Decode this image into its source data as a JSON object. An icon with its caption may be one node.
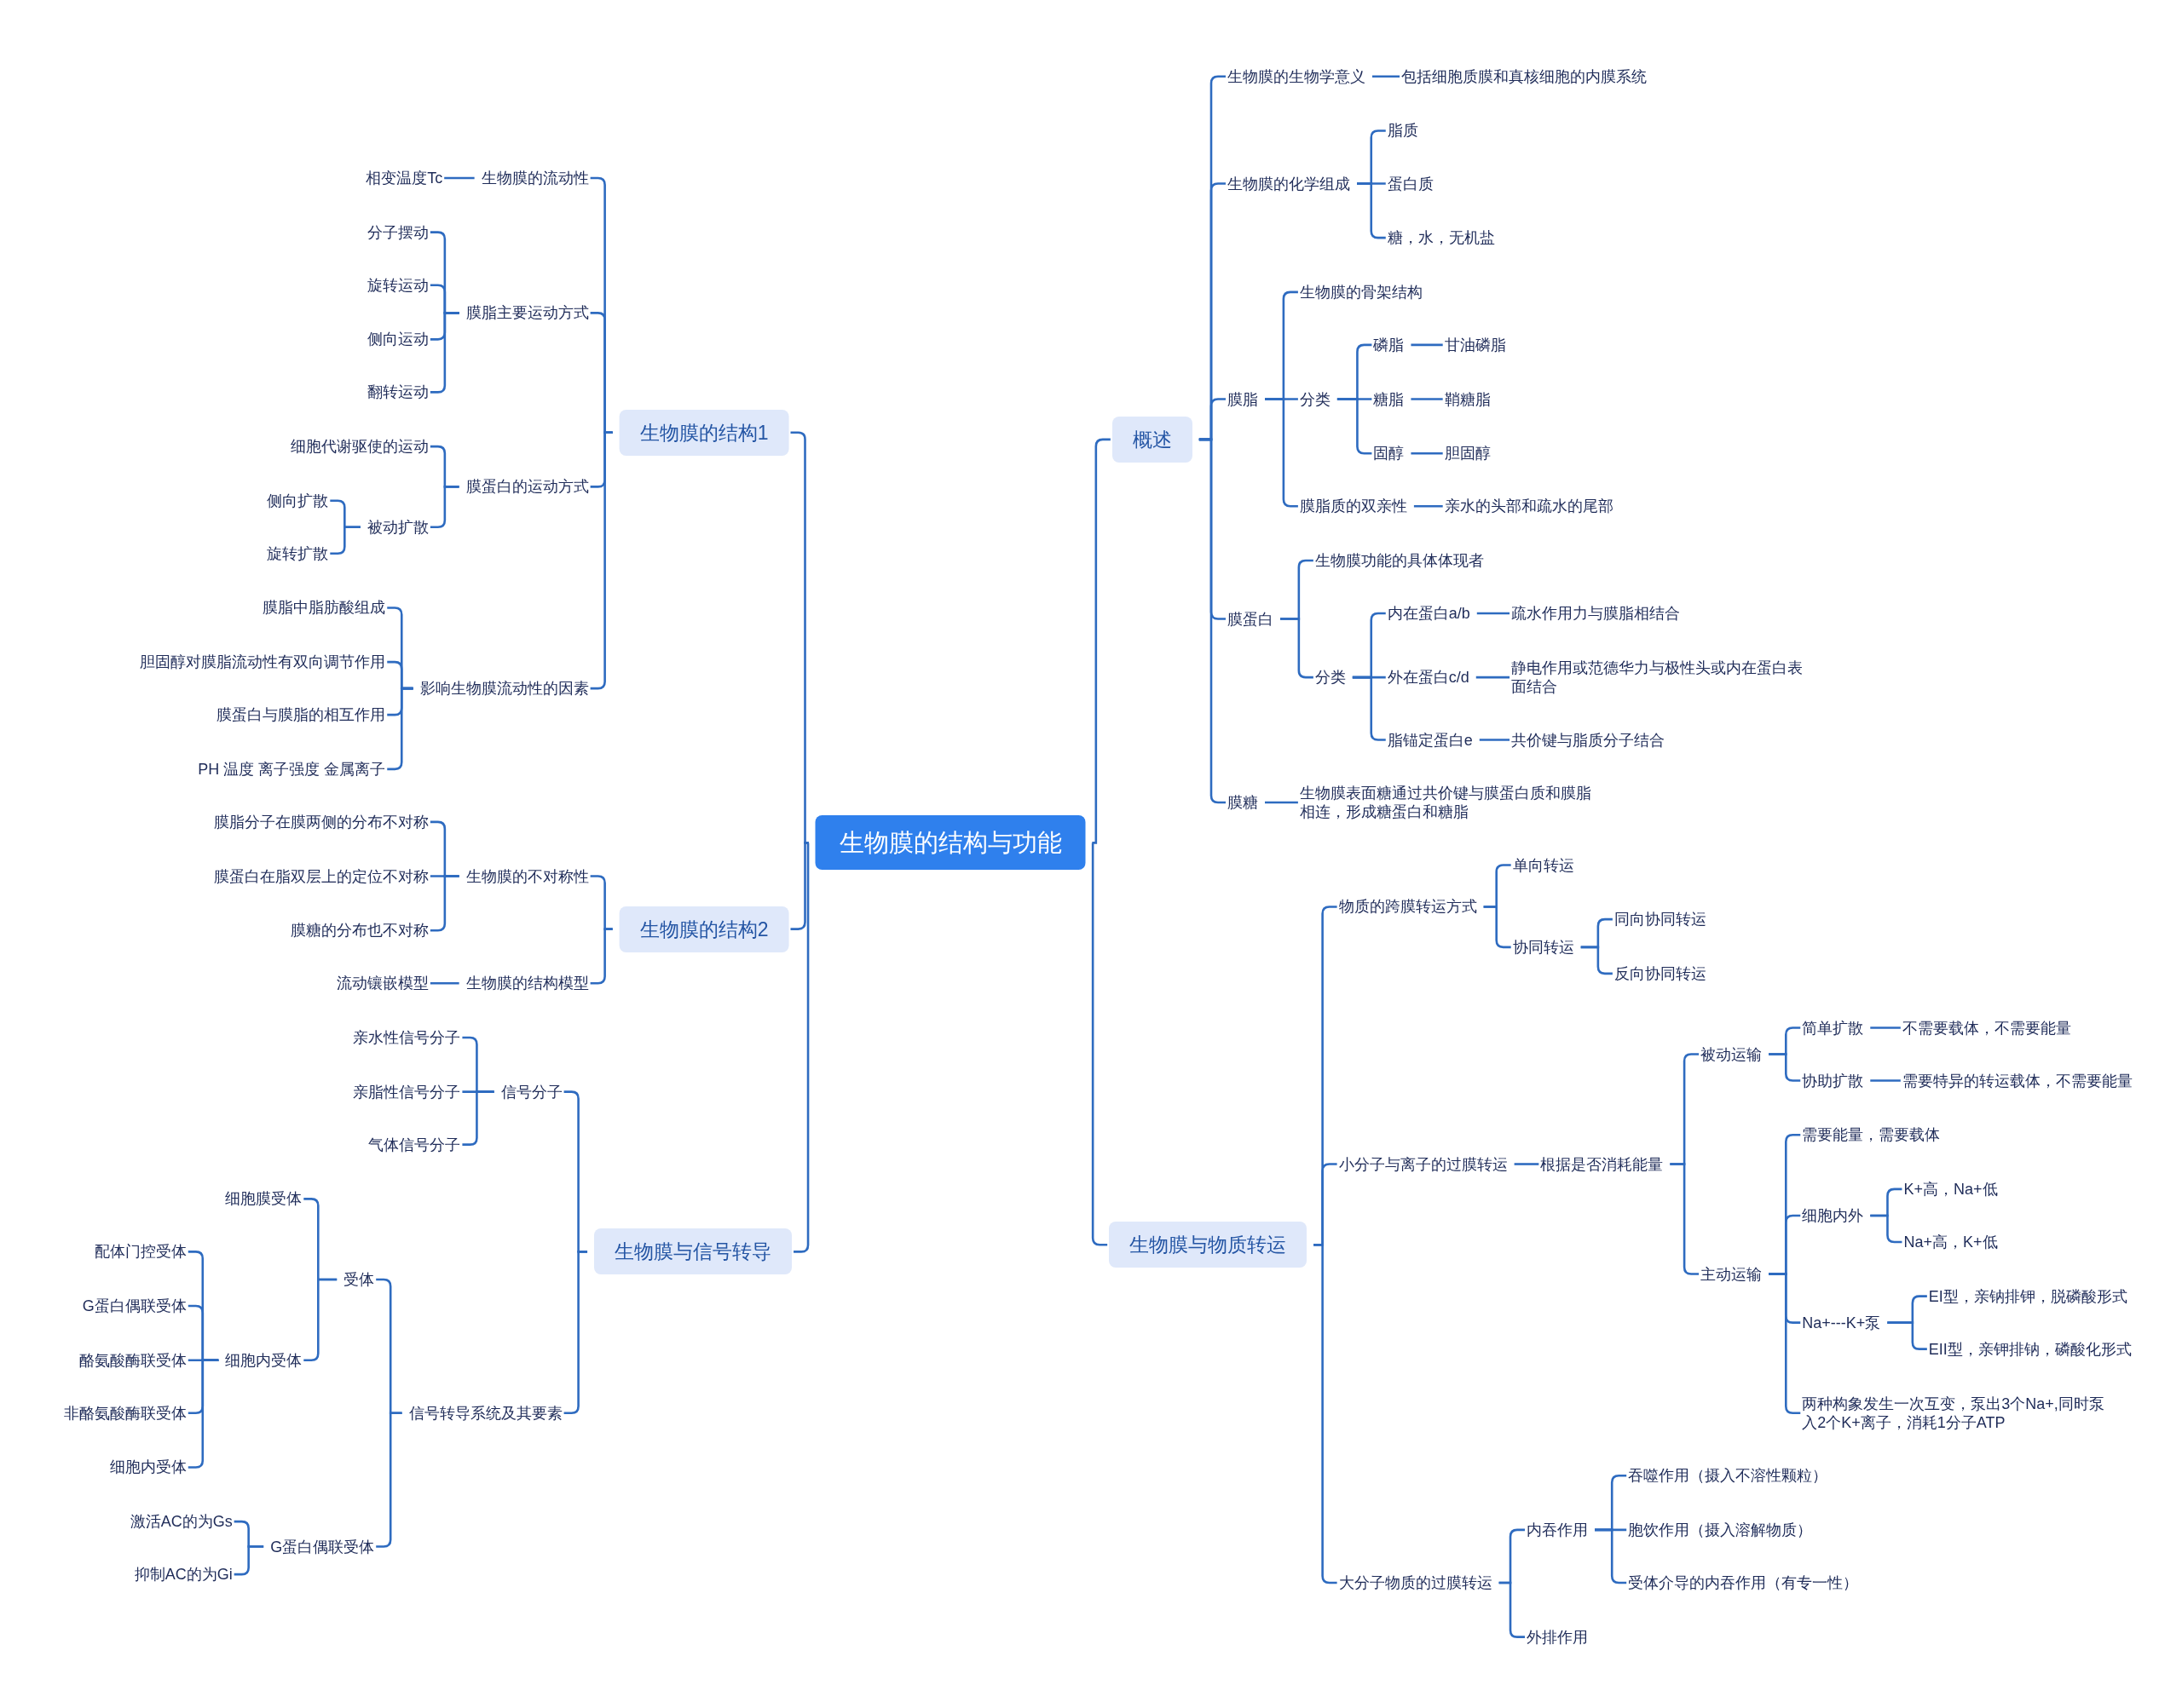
{
  "diagram": {
    "nodes": [
      {
        "text": [
          "生物膜的结构与功能"
        ]
      },
      {
        "text": [
          "概述"
        ]
      },
      {
        "text": [
          "生物膜的生物学意义"
        ]
      },
      {
        "text": [
          "包括细胞质膜和真核细胞的内膜系统"
        ]
      },
      {
        "text": [
          "生物膜的化学组成"
        ]
      },
      {
        "text": [
          "脂质"
        ]
      },
      {
        "text": [
          "蛋白质"
        ]
      },
      {
        "text": [
          "糖，水，无机盐"
        ]
      },
      {
        "text": [
          "膜脂"
        ]
      },
      {
        "text": [
          "生物膜的骨架结构"
        ]
      },
      {
        "text": [
          "分类"
        ]
      },
      {
        "text": [
          "磷脂"
        ]
      },
      {
        "text": [
          "甘油磷脂"
        ]
      },
      {
        "text": [
          "糖脂"
        ]
      },
      {
        "text": [
          "鞘糖脂"
        ]
      },
      {
        "text": [
          "固醇"
        ]
      },
      {
        "text": [
          "胆固醇"
        ]
      },
      {
        "text": [
          "膜脂质的双亲性"
        ]
      },
      {
        "text": [
          "亲水的头部和疏水的尾部"
        ]
      },
      {
        "text": [
          "膜蛋白"
        ]
      },
      {
        "text": [
          "生物膜功能的具体体现者"
        ]
      },
      {
        "text": [
          "分类"
        ]
      },
      {
        "text": [
          "内在蛋白a/b"
        ]
      },
      {
        "text": [
          "疏水作用力与膜脂相结合"
        ]
      },
      {
        "text": [
          "外在蛋白c/d"
        ]
      },
      {
        "text": [
          "静电作用或范德华力与极性头或内在蛋白表面结合"
        ]
      },
      {
        "text": [
          "脂锚定蛋白e"
        ]
      },
      {
        "text": [
          "共价键与脂质分子结合"
        ]
      },
      {
        "text": [
          "膜糖"
        ]
      },
      {
        "text": [
          "生物膜表面糖通过共价键与膜蛋白质和膜脂相连，形成糖蛋白和糖脂"
        ]
      },
      {
        "text": [
          "生物膜与物质转运"
        ]
      },
      {
        "text": [
          "物质的跨膜转运方式"
        ]
      },
      {
        "text": [
          "单向转运"
        ]
      },
      {
        "text": [
          "协同转运"
        ]
      },
      {
        "text": [
          "同向协同转运"
        ]
      },
      {
        "text": [
          "反向协同转运"
        ]
      },
      {
        "text": [
          "小分子与离子的过膜转运"
        ]
      },
      {
        "text": [
          "根据是否消耗能量"
        ]
      },
      {
        "text": [
          "被动运输"
        ]
      },
      {
        "text": [
          "简单扩散"
        ]
      },
      {
        "text": [
          "不需要载体，不需要能量"
        ]
      },
      {
        "text": [
          "协助扩散"
        ]
      },
      {
        "text": [
          "需要特异的转运载体，不需要能量"
        ]
      },
      {
        "text": [
          "主动运输"
        ]
      },
      {
        "text": [
          "需要能量，需要载体"
        ]
      },
      {
        "text": [
          "细胞内外"
        ]
      },
      {
        "text": [
          "K+高，Na+低"
        ]
      },
      {
        "text": [
          "Na+高，K+低"
        ]
      },
      {
        "text": [
          "Na+---K+泵"
        ]
      },
      {
        "text": [
          "EI型，亲钠排钾，脱磷酸形式"
        ]
      },
      {
        "text": [
          "EII型，亲钾排钠，磷酸化形式"
        ]
      },
      {
        "text": [
          "两种构象发生一次互变，泵出3个Na+,同时泵入2个K+离子，消耗1分子ATP"
        ]
      },
      {
        "text": [
          "大分子物质的过膜转运"
        ]
      },
      {
        "text": [
          "内吞作用"
        ]
      },
      {
        "text": [
          "吞噬作用（摄入不溶性颗粒）"
        ]
      },
      {
        "text": [
          "胞饮作用（摄入溶解物质）"
        ]
      },
      {
        "text": [
          "受体介导的内吞作用（有专一性）"
        ]
      },
      {
        "text": [
          "外排作用"
        ]
      },
      {
        "text": [
          "生物膜的结构1"
        ]
      },
      {
        "text": [
          "生物膜的流动性"
        ]
      },
      {
        "text": [
          "相变温度Tc"
        ]
      },
      {
        "text": [
          "膜脂主要运动方式"
        ]
      },
      {
        "text": [
          "分子摆动"
        ]
      },
      {
        "text": [
          "旋转运动"
        ]
      },
      {
        "text": [
          "侧向运动"
        ]
      },
      {
        "text": [
          "翻转运动"
        ]
      },
      {
        "text": [
          "膜蛋白的运动方式"
        ]
      },
      {
        "text": [
          "细胞代谢驱使的运动"
        ]
      },
      {
        "text": [
          "被动扩散"
        ]
      },
      {
        "text": [
          "侧向扩散"
        ]
      },
      {
        "text": [
          "旋转扩散"
        ]
      },
      {
        "text": [
          "影响生物膜流动性的因素"
        ]
      },
      {
        "text": [
          "膜脂中脂肪酸组成"
        ]
      },
      {
        "text": [
          "胆固醇对膜脂流动性有双向调节作用"
        ]
      },
      {
        "text": [
          "膜蛋白与膜脂的相互作用"
        ]
      },
      {
        "text": [
          "PH 温度 离子强度 金属离子"
        ]
      },
      {
        "text": [
          "生物膜的结构2"
        ]
      },
      {
        "text": [
          "生物膜的不对称性"
        ]
      },
      {
        "text": [
          "膜脂分子在膜两侧的分布不对称"
        ]
      },
      {
        "text": [
          "膜蛋白在脂双层上的定位不对称"
        ]
      },
      {
        "text": [
          "膜糖的分布也不对称"
        ]
      },
      {
        "text": [
          "生物膜的结构模型"
        ]
      },
      {
        "text": [
          "流动镶嵌模型"
        ]
      },
      {
        "text": [
          "生物膜与信号转导"
        ]
      },
      {
        "text": [
          "信号分子"
        ]
      },
      {
        "text": [
          "亲水性信号分子"
        ]
      },
      {
        "text": [
          "亲脂性信号分子"
        ]
      },
      {
        "text": [
          "气体信号分子"
        ]
      },
      {
        "text": [
          "信号转导系统及其要素"
        ]
      },
      {
        "text": [
          "受体"
        ]
      },
      {
        "text": [
          "细胞膜受体"
        ]
      },
      {
        "text": [
          "细胞内受体"
        ]
      },
      {
        "text": [
          "配体门控受体"
        ]
      },
      {
        "text": [
          "G蛋白偶联受体"
        ]
      },
      {
        "text": [
          "酪氨酸酶联受体"
        ]
      },
      {
        "text": [
          "非酪氨酸酶联受体"
        ]
      },
      {
        "text": [
          "细胞内受体"
        ]
      },
      {
        "text": [
          "G蛋白偶联受体"
        ]
      },
      {
        "text": [
          "激活AC的为Gs"
        ]
      },
      {
        "text": [
          "抑制AC的为Gi"
        ]
      }
    ],
    "edges": [
      {
        "from": 0,
        "to": 1,
        "arrow": "none"
      },
      {
        "from": 0,
        "to": 30,
        "arrow": "none"
      },
      {
        "from": 0,
        "to": 58,
        "arrow": "none"
      },
      {
        "from": 0,
        "to": 76,
        "arrow": "none"
      },
      {
        "from": 0,
        "to": 83,
        "arrow": "none"
      },
      {
        "from": 1,
        "to": 2,
        "arrow": "none"
      },
      {
        "from": 1,
        "to": 4,
        "arrow": "none"
      },
      {
        "from": 1,
        "to": 8,
        "arrow": "none"
      },
      {
        "from": 1,
        "to": 19,
        "arrow": "none"
      },
      {
        "from": 1,
        "to": 28,
        "arrow": "none"
      },
      {
        "from": 2,
        "to": 3,
        "arrow": "none"
      },
      {
        "from": 4,
        "to": 5,
        "arrow": "none"
      },
      {
        "from": 4,
        "to": 6,
        "arrow": "none"
      },
      {
        "from": 4,
        "to": 7,
        "arrow": "none"
      },
      {
        "from": 8,
        "to": 9,
        "arrow": "none"
      },
      {
        "from": 8,
        "to": 10,
        "arrow": "none"
      },
      {
        "from": 8,
        "to": 17,
        "arrow": "none"
      },
      {
        "from": 10,
        "to": 11,
        "arrow": "none"
      },
      {
        "from": 10,
        "to": 13,
        "arrow": "none"
      },
      {
        "from": 10,
        "to": 15,
        "arrow": "none"
      },
      {
        "from": 11,
        "to": 12,
        "arrow": "none"
      },
      {
        "from": 13,
        "to": 14,
        "arrow": "none"
      },
      {
        "from": 15,
        "to": 16,
        "arrow": "none"
      },
      {
        "from": 17,
        "to": 18,
        "arrow": "none"
      },
      {
        "from": 19,
        "to": 20,
        "arrow": "none"
      },
      {
        "from": 19,
        "to": 21,
        "arrow": "none"
      },
      {
        "from": 21,
        "to": 22,
        "arrow": "none"
      },
      {
        "from": 21,
        "to": 24,
        "arrow": "none"
      },
      {
        "from": 21,
        "to": 26,
        "arrow": "none"
      },
      {
        "from": 22,
        "to": 23,
        "arrow": "none"
      },
      {
        "from": 24,
        "to": 25,
        "arrow": "none"
      },
      {
        "from": 26,
        "to": 27,
        "arrow": "none"
      },
      {
        "from": 28,
        "to": 29,
        "arrow": "none"
      },
      {
        "from": 30,
        "to": 31,
        "arrow": "none"
      },
      {
        "from": 30,
        "to": 36,
        "arrow": "none"
      },
      {
        "from": 30,
        "to": 52,
        "arrow": "none"
      },
      {
        "from": 31,
        "to": 32,
        "arrow": "none"
      },
      {
        "from": 31,
        "to": 33,
        "arrow": "none"
      },
      {
        "from": 33,
        "to": 34,
        "arrow": "none"
      },
      {
        "from": 33,
        "to": 35,
        "arrow": "none"
      },
      {
        "from": 36,
        "to": 37,
        "arrow": "none"
      },
      {
        "from": 37,
        "to": 38,
        "arrow": "none"
      },
      {
        "from": 37,
        "to": 43,
        "arrow": "none"
      },
      {
        "from": 38,
        "to": 39,
        "arrow": "none"
      },
      {
        "from": 38,
        "to": 41,
        "arrow": "none"
      },
      {
        "from": 39,
        "to": 40,
        "arrow": "none"
      },
      {
        "from": 41,
        "to": 42,
        "arrow": "none"
      },
      {
        "from": 43,
        "to": 44,
        "arrow": "none"
      },
      {
        "from": 43,
        "to": 45,
        "arrow": "none"
      },
      {
        "from": 43,
        "to": 48,
        "arrow": "none"
      },
      {
        "from": 43,
        "to": 51,
        "arrow": "none"
      },
      {
        "from": 45,
        "to": 46,
        "arrow": "none"
      },
      {
        "from": 45,
        "to": 47,
        "arrow": "none"
      },
      {
        "from": 48,
        "to": 49,
        "arrow": "none"
      },
      {
        "from": 48,
        "to": 50,
        "arrow": "none"
      },
      {
        "from": 52,
        "to": 53,
        "arrow": "none"
      },
      {
        "from": 52,
        "to": 57,
        "arrow": "none"
      },
      {
        "from": 53,
        "to": 54,
        "arrow": "none"
      },
      {
        "from": 53,
        "to": 55,
        "arrow": "none"
      },
      {
        "from": 53,
        "to": 56,
        "arrow": "none"
      },
      {
        "from": 58,
        "to": 59,
        "arrow": "none"
      },
      {
        "from": 58,
        "to": 61,
        "arrow": "none"
      },
      {
        "from": 58,
        "to": 66,
        "arrow": "none"
      },
      {
        "from": 58,
        "to": 71,
        "arrow": "none"
      },
      {
        "from": 59,
        "to": 60,
        "arrow": "none"
      },
      {
        "from": 61,
        "to": 62,
        "arrow": "none"
      },
      {
        "from": 61,
        "to": 63,
        "arrow": "none"
      },
      {
        "from": 61,
        "to": 64,
        "arrow": "none"
      },
      {
        "from": 61,
        "to": 65,
        "arrow": "none"
      },
      {
        "from": 66,
        "to": 67,
        "arrow": "none"
      },
      {
        "from": 66,
        "to": 68,
        "arrow": "none"
      },
      {
        "from": 68,
        "to": 69,
        "arrow": "none"
      },
      {
        "from": 68,
        "to": 70,
        "arrow": "none"
      },
      {
        "from": 71,
        "to": 72,
        "arrow": "none"
      },
      {
        "from": 71,
        "to": 73,
        "arrow": "none"
      },
      {
        "from": 71,
        "to": 74,
        "arrow": "none"
      },
      {
        "from": 71,
        "to": 75,
        "arrow": "none"
      },
      {
        "from": 76,
        "to": 77,
        "arrow": "none"
      },
      {
        "from": 76,
        "to": 81,
        "arrow": "none"
      },
      {
        "from": 77,
        "to": 78,
        "arrow": "none"
      },
      {
        "from": 77,
        "to": 79,
        "arrow": "none"
      },
      {
        "from": 77,
        "to": 80,
        "arrow": "none"
      },
      {
        "from": 81,
        "to": 82,
        "arrow": "none"
      },
      {
        "from": 83,
        "to": 84,
        "arrow": "none"
      },
      {
        "from": 83,
        "to": 88,
        "arrow": "none"
      },
      {
        "from": 84,
        "to": 85,
        "arrow": "none"
      },
      {
        "from": 84,
        "to": 86,
        "arrow": "none"
      },
      {
        "from": 84,
        "to": 87,
        "arrow": "none"
      },
      {
        "from": 88,
        "to": 89,
        "arrow": "none"
      },
      {
        "from": 88,
        "to": 97,
        "arrow": "none"
      },
      {
        "from": 89,
        "to": 90,
        "arrow": "none"
      },
      {
        "from": 89,
        "to": 91,
        "arrow": "none"
      },
      {
        "from": 91,
        "to": 92,
        "arrow": "none"
      },
      {
        "from": 91,
        "to": 93,
        "arrow": "none"
      },
      {
        "from": 91,
        "to": 94,
        "arrow": "none"
      },
      {
        "from": 91,
        "to": 95,
        "arrow": "none"
      },
      {
        "from": 91,
        "to": 96,
        "arrow": "none"
      },
      {
        "from": 97,
        "to": 98,
        "arrow": "none"
      },
      {
        "from": 97,
        "to": 99,
        "arrow": "none"
      }
    ]
  }
}
